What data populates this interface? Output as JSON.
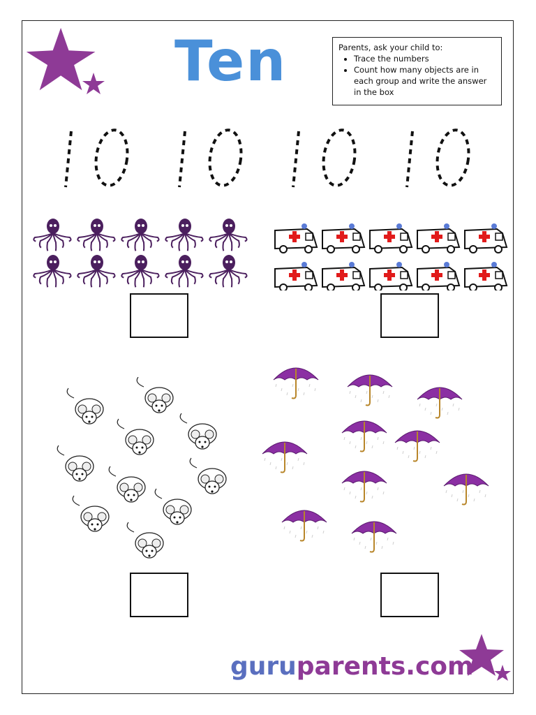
{
  "worksheet": {
    "title": "Ten",
    "instructions": {
      "intro": "Parents, ask your child to:",
      "items": [
        "Trace the numbers",
        "Count how many objects are in each group and write the answer in the box"
      ]
    },
    "trace_number": "10",
    "groups": [
      {
        "object": "octopus",
        "icon": "octopus-icon",
        "count": 10
      },
      {
        "object": "ambulance",
        "icon": "ambulance-icon",
        "count": 10
      },
      {
        "object": "mouse",
        "icon": "mouse-icon",
        "count": 10
      },
      {
        "object": "umbrella",
        "icon": "umbrella-icon",
        "count": 10
      }
    ],
    "footer": {
      "guru": "guru",
      "rest": "parents.com"
    },
    "colors": {
      "title": "#4a90d9",
      "star": "#8e3a96",
      "octopus": "#4b1f5e",
      "umbrella": "#8b2fa3",
      "ambulance_cross": "#e11b1b"
    }
  }
}
